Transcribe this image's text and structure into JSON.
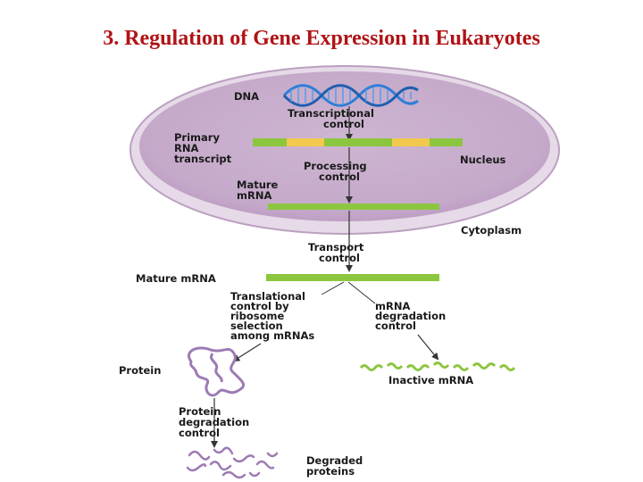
{
  "title": "3. Regulation of Gene Expression in Eukaryotes",
  "diagram": {
    "dna": "DNA",
    "transcriptional_control": [
      "Transcriptional",
      "control"
    ],
    "primary_rna_transcript": [
      "Primary",
      "RNA",
      "transcript"
    ],
    "nucleus": "Nucleus",
    "processing_control": [
      "Processing",
      "control"
    ],
    "mature_mrna_nucleus": [
      "Mature",
      "mRNA"
    ],
    "cytoplasm": "Cytoplasm",
    "transport_control": [
      "Transport",
      "control"
    ],
    "mature_mrna_cytoplasm": "Mature mRNA",
    "translational_control": [
      "Translational",
      "control by",
      "ribosome",
      "selection",
      "among mRNAs"
    ],
    "mrna_degradation_control": [
      "mRNA",
      "degradation",
      "control"
    ],
    "protein": "Protein",
    "inactive_mrna": "Inactive mRNA",
    "protein_degradation_control": [
      "Protein",
      "degradation",
      "control"
    ],
    "degraded_proteins": [
      "Degraded",
      "proteins"
    ]
  },
  "colors": {
    "title": "#b01316",
    "nucleus_fill": "#cbb3cf",
    "nucleus_rim": "#e8dcea",
    "dna_helix": "#2f7ed8",
    "rna_strand": "#8cc63f",
    "exon_highlight": "#f2c94c",
    "protein": "#9d7bb3",
    "inactive_mrna": "#8cc63f"
  }
}
